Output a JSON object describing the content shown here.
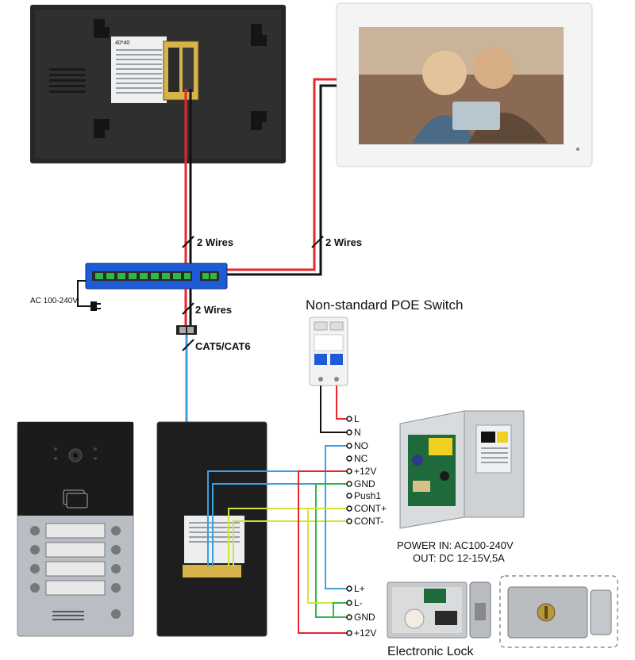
{
  "colors": {
    "red": "#e8262b",
    "black": "#111111",
    "blue": "#3aa0e0",
    "yellow": "#d6e23a",
    "green": "#2fb84a",
    "switch_blue": "#1f5bd6",
    "monitor_back": "#2a2a2a",
    "monitor_front": "#f5f5f5",
    "panel_dark": "#1b1b1b",
    "panel_silver": "#b8bec4",
    "psu_silver": "#cfd2d5"
  },
  "labels": {
    "wires_monitor1": "2 Wires",
    "wires_monitor2": "2 Wires",
    "wires_switch_out": "2 Wires",
    "cat_cable": "CAT5/CAT6",
    "ac_input": "AC 100-240V",
    "switch_title": "Non-standard POE Switch",
    "label_card": "40*40",
    "power_in": "POWER  IN: AC100-240V",
    "power_out": "OUT: DC 12-15V,5A",
    "lock_title": "Electronic Lock"
  },
  "psu_terminals": [
    "L",
    "N",
    "NO",
    "NC",
    "+12V",
    "GND",
    "Push1",
    "CONT+",
    "CONT-"
  ],
  "lock_terminals": [
    "L+",
    "L-",
    "GND",
    "+12V"
  ],
  "icons": [
    "outdoor-camera-icon",
    "rfid-card-icon",
    "plug-icon",
    "screw-terminal-icon"
  ]
}
